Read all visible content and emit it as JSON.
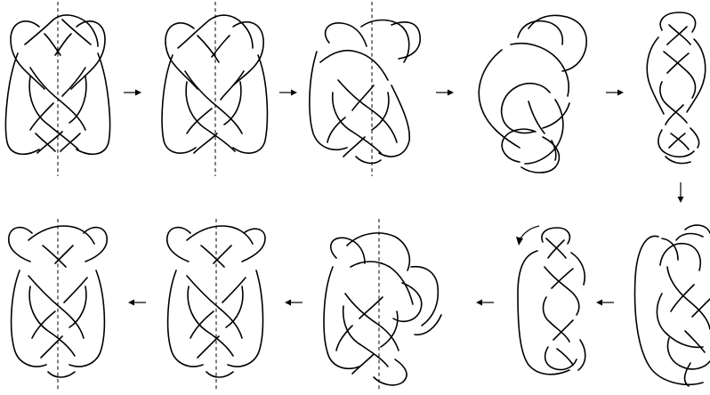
{
  "figure": {
    "background": "#ffffff",
    "stroke_color": "#000000",
    "description_visible_text": ""
  },
  "panels": [
    {
      "id": "p1",
      "row": 1,
      "axis": true
    },
    {
      "id": "p2",
      "row": 1,
      "axis": true
    },
    {
      "id": "p3",
      "row": 1,
      "axis": true
    },
    {
      "id": "p4",
      "row": 1,
      "axis": false
    },
    {
      "id": "p5",
      "row": 1,
      "axis": false
    },
    {
      "id": "p6",
      "row": 2,
      "axis": false
    },
    {
      "id": "p7",
      "row": 2,
      "axis": false
    },
    {
      "id": "p8",
      "row": 2,
      "axis": true
    },
    {
      "id": "p9",
      "row": 2,
      "axis": true
    },
    {
      "id": "p10",
      "row": 2,
      "axis": true
    }
  ],
  "arrows": [
    {
      "from": "p1",
      "to": "p2",
      "direction": "right"
    },
    {
      "from": "p2",
      "to": "p3",
      "direction": "right"
    },
    {
      "from": "p3",
      "to": "p4",
      "direction": "right"
    },
    {
      "from": "p4",
      "to": "p5",
      "direction": "right"
    },
    {
      "from": "p5",
      "to": "p6",
      "direction": "down"
    },
    {
      "from": "p6",
      "to": "p7",
      "direction": "left"
    },
    {
      "from": "p7",
      "to": "p8",
      "direction": "left"
    },
    {
      "from": "p8",
      "to": "p9",
      "direction": "left"
    },
    {
      "from": "p9",
      "to": "p10",
      "direction": "left"
    }
  ],
  "rotation_arrow": {
    "panel": "p7",
    "direction": "counterclockwise"
  }
}
